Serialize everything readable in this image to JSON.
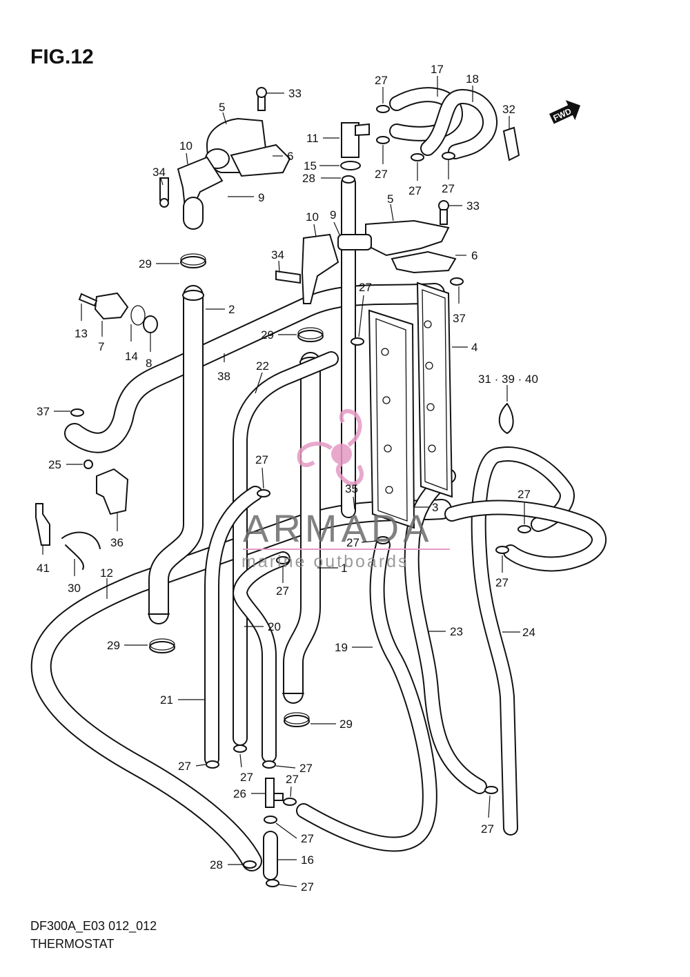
{
  "figure": {
    "title": "FIG.12"
  },
  "footer": {
    "model_code": "DF300A_E03 012_012",
    "caption": "THERMOSTAT"
  },
  "watermark": {
    "brand": "ARMADA",
    "tagline": "marine outboards",
    "logo_color": "#e59ac4",
    "text_color": "#6c6c6c"
  },
  "fwd_badge": "FWD",
  "callouts": [
    "1",
    "2",
    "3",
    "4",
    "5",
    "5",
    "6",
    "6",
    "7",
    "8",
    "9",
    "9",
    "10",
    "10",
    "11",
    "12",
    "13",
    "14",
    "15",
    "16",
    "17",
    "18",
    "19",
    "20",
    "21",
    "22",
    "23",
    "24",
    "25",
    "26",
    "27",
    "28",
    "28",
    "29",
    "29",
    "29",
    "29",
    "30",
    "31 · 39 · 40",
    "32",
    "33",
    "33",
    "34",
    "34",
    "35",
    "36",
    "37",
    "37",
    "38",
    "41"
  ]
}
